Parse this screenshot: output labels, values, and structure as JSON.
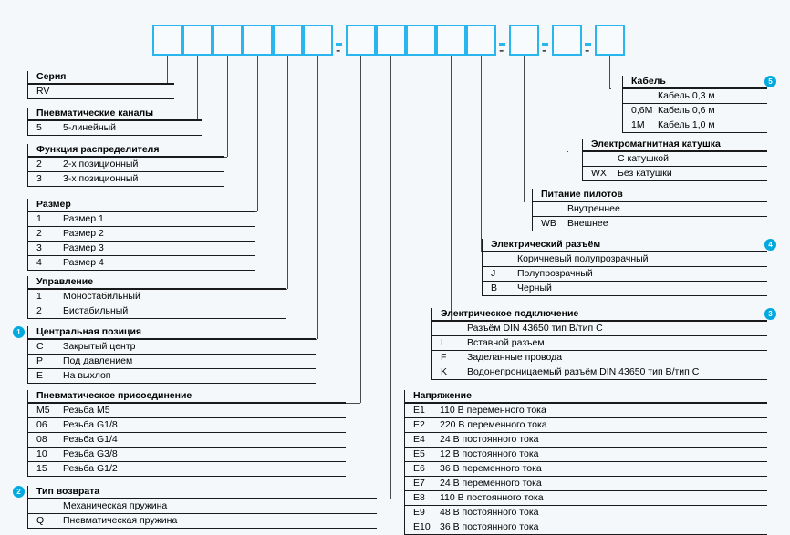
{
  "code_string": {
    "segments": [
      {
        "boxes": 6
      },
      {
        "boxes": 5
      },
      {
        "boxes": 1
      },
      {
        "boxes": 1
      },
      {
        "boxes": 1
      }
    ],
    "separator": "-",
    "box_value": ""
  },
  "badges": [
    {
      "number": "1"
    },
    {
      "number": "2"
    },
    {
      "number": "3"
    },
    {
      "number": "4"
    },
    {
      "number": "5"
    }
  ],
  "left_groups": [
    {
      "title": "Серия",
      "rows": [
        {
          "code": "RV",
          "label": ""
        }
      ]
    },
    {
      "title": "Пневматические каналы",
      "rows": [
        {
          "code": "5",
          "label": "5-линейный"
        }
      ]
    },
    {
      "title": "Функция распределителя",
      "rows": [
        {
          "code": "2",
          "label": "2-х позиционный"
        },
        {
          "code": "3",
          "label": "3-х позиционный"
        }
      ]
    },
    {
      "title": "Размер",
      "rows": [
        {
          "code": "1",
          "label": "Размер 1"
        },
        {
          "code": "2",
          "label": "Размер 2"
        },
        {
          "code": "3",
          "label": "Размер 3"
        },
        {
          "code": "4",
          "label": "Размер 4"
        }
      ]
    },
    {
      "title": "Управление",
      "rows": [
        {
          "code": "1",
          "label": "Моностабильный"
        },
        {
          "code": "2",
          "label": "Бистабильный"
        }
      ]
    },
    {
      "title": "Центральная позиция",
      "badge": "1",
      "rows": [
        {
          "code": "C",
          "label": "Закрытый центр"
        },
        {
          "code": "P",
          "label": "Под давлением"
        },
        {
          "code": "E",
          "label": "На выхлоп"
        }
      ]
    },
    {
      "title": "Пневматическое присоединение",
      "rows": [
        {
          "code": "M5",
          "label": "Резьба M5"
        },
        {
          "code": "06",
          "label": "Резьба G1/8"
        },
        {
          "code": "08",
          "label": "Резьба G1/4"
        },
        {
          "code": "10",
          "label": "Резьба G3/8"
        },
        {
          "code": "15",
          "label": "Резьба G1/2"
        }
      ]
    },
    {
      "title": "Тип возврата",
      "badge": "2",
      "rows": [
        {
          "code": "",
          "label": "Механическая пружина"
        },
        {
          "code": "Q",
          "label": "Пневматическая пружина"
        }
      ]
    }
  ],
  "right_groups": [
    {
      "title": "Кабель",
      "badge": "5",
      "rows": [
        {
          "code": "",
          "label": "Кабель 0,3 м"
        },
        {
          "code": "0,6M",
          "label": "Кабель 0,6 м"
        },
        {
          "code": "1M",
          "label": "Кабель 1,0 м"
        }
      ]
    },
    {
      "title": "Электромагнитная катушка",
      "rows": [
        {
          "code": "",
          "label": "С катушкой"
        },
        {
          "code": "WX",
          "label": "Без катушки"
        }
      ]
    },
    {
      "title": "Питание пилотов",
      "rows": [
        {
          "code": "",
          "label": "Внутреннее"
        },
        {
          "code": "WB",
          "label": "Внешнее"
        }
      ]
    },
    {
      "title": "Электрический разъём",
      "badge": "4",
      "rows": [
        {
          "code": "",
          "label": "Коричневый полупрозрачный"
        },
        {
          "code": "J",
          "label": "Полупрозрачный"
        },
        {
          "code": "B",
          "label": "Черный"
        }
      ]
    },
    {
      "title": "Электрическое подключение",
      "badge": "3",
      "rows": [
        {
          "code": "",
          "label": "Разъём DIN 43650 тип B/тип C"
        },
        {
          "code": "L",
          "label": "Вставной разъем"
        },
        {
          "code": "F",
          "label": "Заделанные провода"
        },
        {
          "code": "K",
          "label": "Водонепроницаемый разъём DIN 43650 тип B/тип C"
        }
      ]
    },
    {
      "title": "Напряжение",
      "rows": [
        {
          "code": "E1",
          "label": "110 В переменного тока"
        },
        {
          "code": "E2",
          "label": "220 В переменного тока"
        },
        {
          "code": "E4",
          "label": "24 В постоянного тока"
        },
        {
          "code": "E5",
          "label": "12 В постоянного тока"
        },
        {
          "code": "E6",
          "label": "36 В переменного тока"
        },
        {
          "code": "E7",
          "label": "24 В переменного тока"
        },
        {
          "code": "E8",
          "label": "110 В постоянного тока"
        },
        {
          "code": "E9",
          "label": "48 В постоянного тока"
        },
        {
          "code": "E10",
          "label": "36 В постоянного тока"
        }
      ]
    }
  ],
  "colors": {
    "accent": "#29b6ef",
    "badge": "#00a9e0",
    "rule": "#1a1a1a",
    "background": "#f4f8fa"
  }
}
